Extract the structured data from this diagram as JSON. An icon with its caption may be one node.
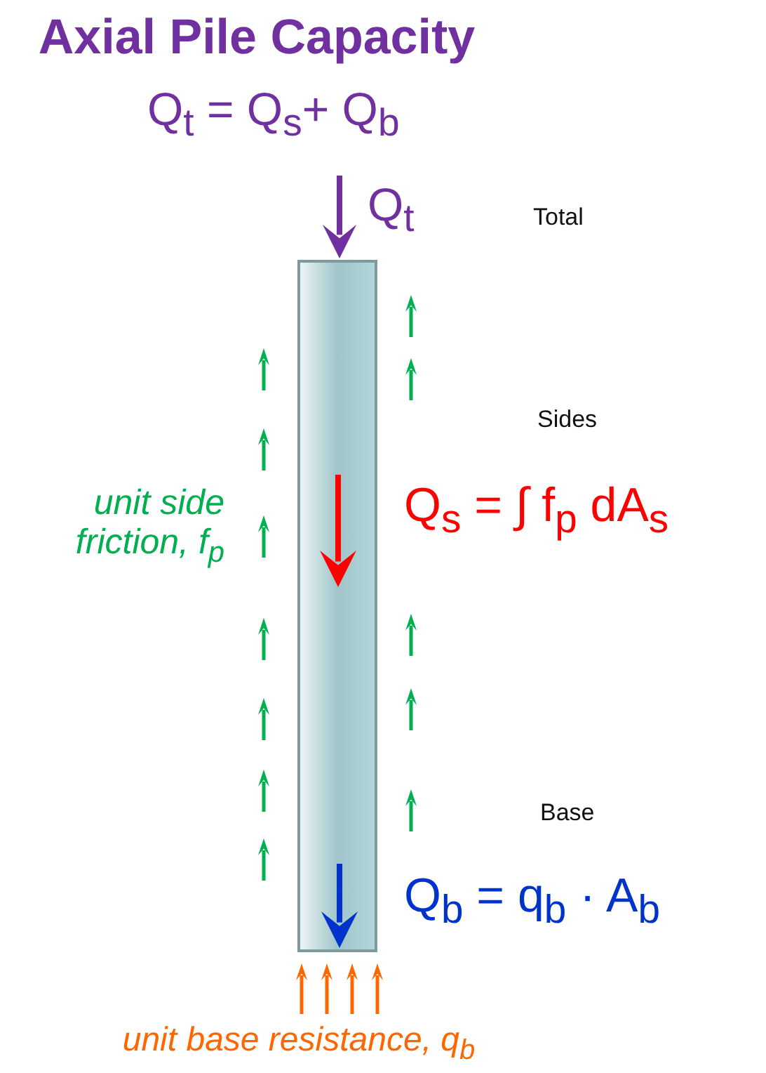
{
  "diagram": {
    "title": "Axial Pile Capacity",
    "labels": [
      "Q$_{t}$ = Q$_{s}$+ Q$_{b}$",
      "Q$_{t}$",
      "Total",
      "Sides",
      "unit side friction, f$_{p}$",
      "Q$_{s}$ = ∫ f$_{p}$ dA$_{s}$",
      "Base",
      "Q$_{b}$ =  q$_{b}$ · A$_{b}$",
      "unit base resistance, q$_{b}$"
    ]
  }
}
